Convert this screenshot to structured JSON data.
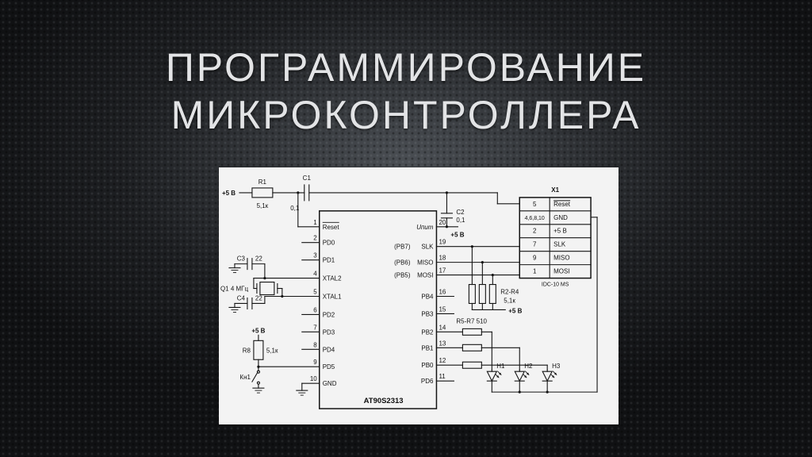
{
  "slide": {
    "title_line1": "ПРОГРАММИРОВАНИЕ",
    "title_line2": "МИКРОКОНТРОЛЛЕРА"
  },
  "labels": {
    "vcc": "+5 В"
  },
  "ic": {
    "name": "AT90S2313",
    "left_pins": [
      {
        "num": "1",
        "label": "Reset"
      },
      {
        "num": "2",
        "label": "PD0"
      },
      {
        "num": "3",
        "label": "PD1"
      },
      {
        "num": "4",
        "label": "XTAL2"
      },
      {
        "num": "5",
        "label": "XTAL1"
      },
      {
        "num": "6",
        "label": "PD2"
      },
      {
        "num": "7",
        "label": "PD3"
      },
      {
        "num": "8",
        "label": "PD4"
      },
      {
        "num": "9",
        "label": "PD5"
      },
      {
        "num": "10",
        "label": "GND"
      }
    ],
    "right_pins": [
      {
        "num": "20",
        "label": "Uпит",
        "prefix": ""
      },
      {
        "num": "19",
        "label": "SLK",
        "prefix": "(PB7)"
      },
      {
        "num": "18",
        "label": "MISO",
        "prefix": "(PB6)"
      },
      {
        "num": "17",
        "label": "MOSI",
        "prefix": "(PB5)"
      },
      {
        "num": "16",
        "label": "PB4",
        "prefix": ""
      },
      {
        "num": "15",
        "label": "PB3",
        "prefix": ""
      },
      {
        "num": "14",
        "label": "PB2",
        "prefix": ""
      },
      {
        "num": "13",
        "label": "PB1",
        "prefix": ""
      },
      {
        "num": "12",
        "label": "PB0",
        "prefix": ""
      },
      {
        "num": "11",
        "label": "PD6",
        "prefix": ""
      }
    ]
  },
  "connector": {
    "name": "X1",
    "footprint": "IDC-10 MS",
    "rows": [
      {
        "pin": "5",
        "signal": "Reset"
      },
      {
        "pin": "4,6,8,10",
        "signal": "GND"
      },
      {
        "pin": "2",
        "signal": "+5 В"
      },
      {
        "pin": "7",
        "signal": "SLK"
      },
      {
        "pin": "9",
        "signal": "MISO"
      },
      {
        "pin": "1",
        "signal": "MOSI"
      }
    ]
  },
  "components": {
    "r1": {
      "ref": "R1",
      "value": "5,1к"
    },
    "c1": {
      "ref": "C1",
      "value": "0,1"
    },
    "c2": {
      "ref": "C2",
      "value": "0,1"
    },
    "c3": {
      "ref": "C3",
      "value": "22"
    },
    "c4": {
      "ref": "C4",
      "value": "22"
    },
    "q1": {
      "ref": "Q1 4 МГц"
    },
    "r8": {
      "ref": "R8",
      "value": "5,1к"
    },
    "kn1": {
      "ref": "Кн1"
    },
    "r2r4": {
      "ref": "R2-R4",
      "value": "5,1к"
    },
    "r5r7": {
      "ref": "R5-R7 510"
    },
    "h1": {
      "ref": "H1"
    },
    "h2": {
      "ref": "H2"
    },
    "h3": {
      "ref": "H3"
    }
  }
}
